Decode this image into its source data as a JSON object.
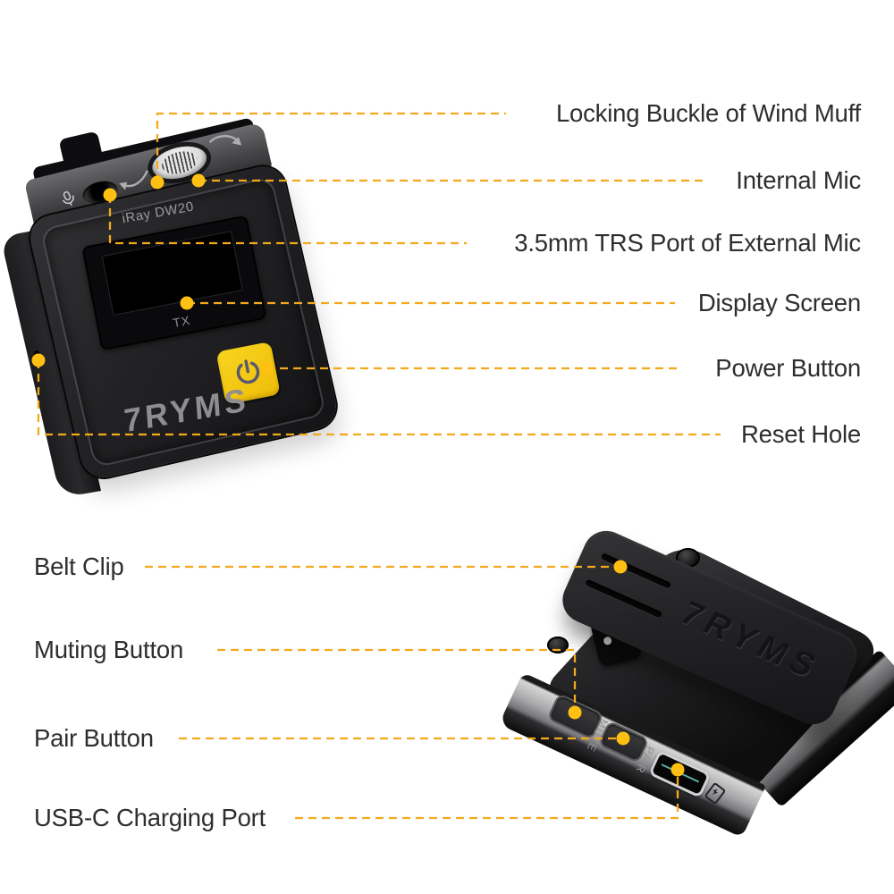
{
  "colors": {
    "accent_line": "#F2AA1C",
    "accent_dot": "#FFBF13",
    "label_text": "#2E2E2E",
    "power_button": "#F2C411",
    "background": "#FFFFFF"
  },
  "devices": {
    "front": {
      "model": "iRay DW20",
      "screen_label": "TX",
      "brand": "7RYMS"
    },
    "back": {
      "brand": "7RYMS",
      "mute": "MUTE",
      "pair": "PAIR"
    }
  },
  "callouts": {
    "right": [
      {
        "label": "Locking Buckle of Wind Muff"
      },
      {
        "label": "Internal Mic"
      },
      {
        "label": "3.5mm TRS Port of External Mic"
      },
      {
        "label": "Display Screen"
      },
      {
        "label": "Power Button"
      },
      {
        "label": "Reset Hole"
      }
    ],
    "left": [
      {
        "label": "Belt Clip"
      },
      {
        "label": "Muting Button"
      },
      {
        "label": "Pair Button"
      },
      {
        "label": "USB-C Charging Port"
      }
    ]
  }
}
